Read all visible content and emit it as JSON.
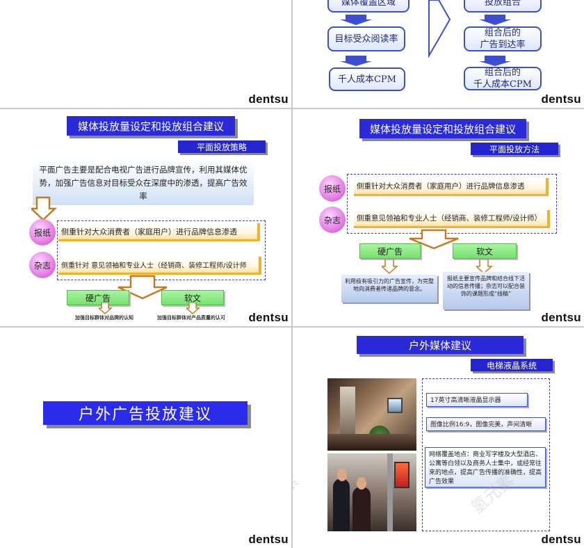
{
  "brand": "dentsu",
  "slide1": {
    "boxes": [
      "媒体覆盖区域",
      "目标受众阅读率",
      "千人成本CPM"
    ]
  },
  "slide2": {
    "boxes": [
      "投放组合",
      "组合后的\n广告到达率",
      "组合后的\n千人成本CPM"
    ]
  },
  "slide3": {
    "title": "媒体投放量设定和投放组合建议",
    "subtitle": "平面投放策略",
    "intro": "平面广告主要是配合电视广告进行品牌宣传，利用其媒体优势，加强广告信息对目标受众在深度中的渗透，提高广告效率",
    "circle1": "报纸",
    "circle2": "杂志",
    "bar1": "侧重针对大众消费者（家庭用户）进行品牌信息渗透",
    "bar2": "侧重针对 意见领袖和专业人士（经销商、装修工程师/设计师",
    "green1": "硬广告",
    "green2": "软文",
    "cap1": "加强目标群体对品牌的认知",
    "cap2": "加强目标群体对产品质量的认可"
  },
  "slide4": {
    "title": "媒体投放量设定和投放组合建议",
    "subtitle": "平面投放方法",
    "circle1": "报纸",
    "circle2": "杂志",
    "bar1": "侧重针对大众消费者（家庭用户）进行品牌信息渗透",
    "bar2": "侧重意见领袖和专业人士（经销商、装修工程师/设计师）",
    "green1": "硬广告",
    "green2": "软文",
    "note1": "利用极有吸引力的广告宣传，为完整地向消费者传递品牌的意念。",
    "note2": "报纸主要宣传品牌和结合线下活动的信息传播；杂志可以配合装饰的课题形成“线稿”"
  },
  "slide5": {
    "title": "户外广告投放建议"
  },
  "slide6": {
    "title": "户外媒体建议",
    "subtitle": "电梯液晶系统",
    "info1": "17英寸高清晰液晶显示器",
    "info2": "图像比例16:9，图像完美，声间清晰",
    "info3": "网络覆盖地点：商业写字楼及大型酒店、公寓等白领以及商务人士集中，或经常往来的地点，提高广告传播的准确性，提高广告效果"
  },
  "colors": {
    "title_blue": "#2a2ad8",
    "green": "#78e070",
    "circle_pink": "#e070e0",
    "bar_orange": "#f0b030"
  }
}
